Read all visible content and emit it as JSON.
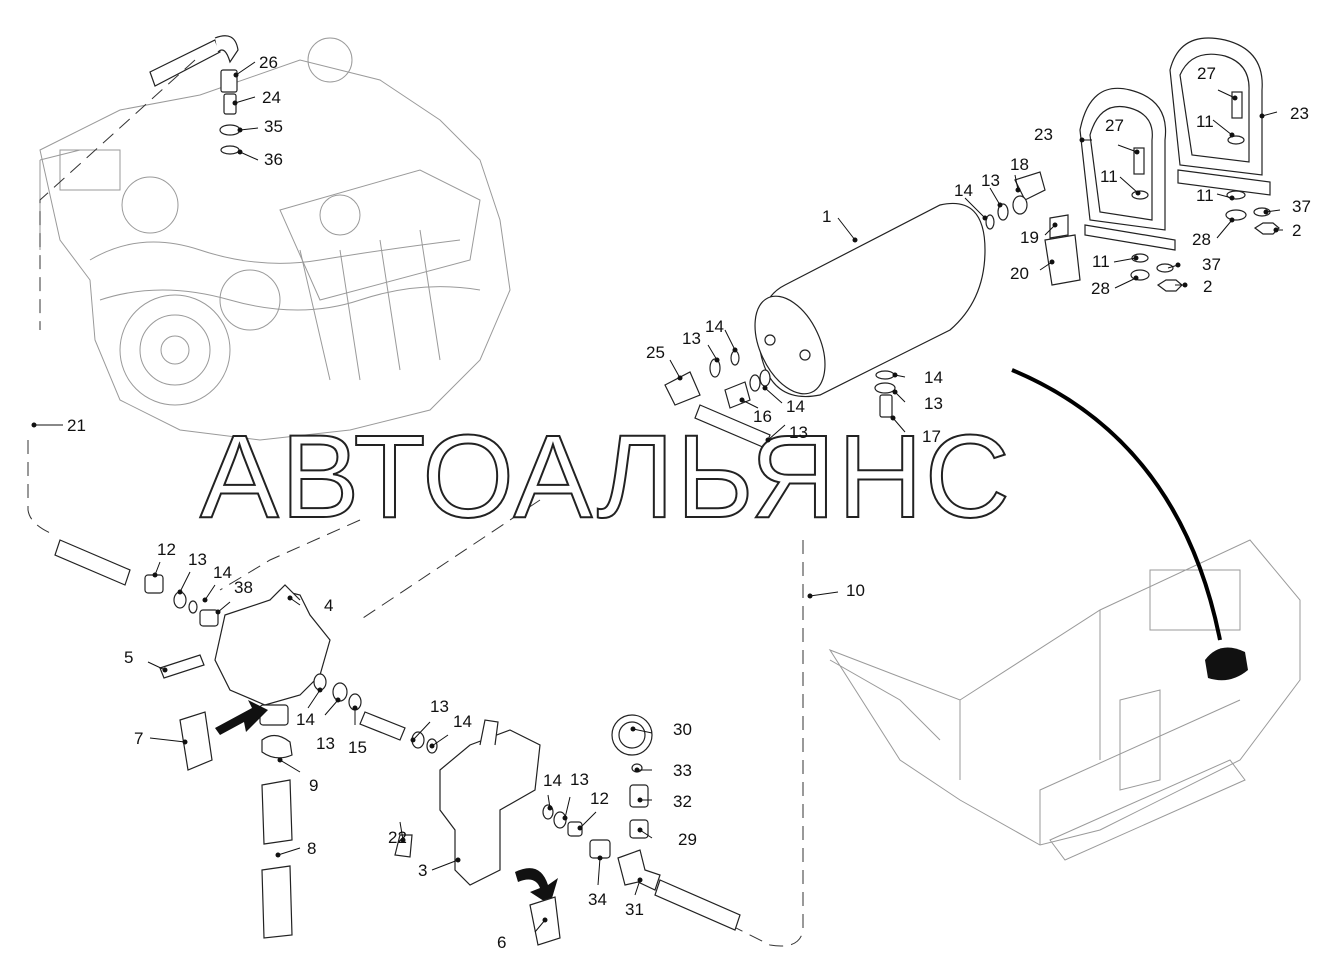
{
  "watermark": "АВТОАЛЬЯНС",
  "callouts": [
    {
      "id": "c26",
      "text": "26"
    },
    {
      "id": "c24",
      "text": "24"
    },
    {
      "id": "c35",
      "text": "35"
    },
    {
      "id": "c36",
      "text": "36"
    },
    {
      "id": "c21",
      "text": "21"
    },
    {
      "id": "c23a",
      "text": "23"
    },
    {
      "id": "c27a",
      "text": "27"
    },
    {
      "id": "c11a",
      "text": "11"
    },
    {
      "id": "c27b",
      "text": "27"
    },
    {
      "id": "c23b",
      "text": "23"
    },
    {
      "id": "c11b",
      "text": "11"
    },
    {
      "id": "c11c",
      "text": "11"
    },
    {
      "id": "c37a",
      "text": "37"
    },
    {
      "id": "c28a",
      "text": "28"
    },
    {
      "id": "c2a",
      "text": "2"
    },
    {
      "id": "c11d",
      "text": "11"
    },
    {
      "id": "c37b",
      "text": "37"
    },
    {
      "id": "c28b",
      "text": "28"
    },
    {
      "id": "c2b",
      "text": "2"
    },
    {
      "id": "c14a",
      "text": "14"
    },
    {
      "id": "c13a",
      "text": "13"
    },
    {
      "id": "c18",
      "text": "18"
    },
    {
      "id": "c19",
      "text": "19"
    },
    {
      "id": "c20",
      "text": "20"
    },
    {
      "id": "c1",
      "text": "1"
    },
    {
      "id": "c13b",
      "text": "13"
    },
    {
      "id": "c14b",
      "text": "14"
    },
    {
      "id": "c25",
      "text": "25"
    },
    {
      "id": "c16",
      "text": "16"
    },
    {
      "id": "c14c",
      "text": "14"
    },
    {
      "id": "c13c",
      "text": "13"
    },
    {
      "id": "c14d",
      "text": "14"
    },
    {
      "id": "c13d",
      "text": "13"
    },
    {
      "id": "c17",
      "text": "17"
    },
    {
      "id": "c10",
      "text": "10"
    },
    {
      "id": "c12a",
      "text": "12"
    },
    {
      "id": "c13e",
      "text": "13"
    },
    {
      "id": "c14e",
      "text": "14"
    },
    {
      "id": "c38",
      "text": "38"
    },
    {
      "id": "c4",
      "text": "4"
    },
    {
      "id": "c5",
      "text": "5"
    },
    {
      "id": "c7",
      "text": "7"
    },
    {
      "id": "c14f",
      "text": "14"
    },
    {
      "id": "c13f",
      "text": "13"
    },
    {
      "id": "c15",
      "text": "15"
    },
    {
      "id": "c13g",
      "text": "13"
    },
    {
      "id": "c14g",
      "text": "14"
    },
    {
      "id": "c9",
      "text": "9"
    },
    {
      "id": "c8",
      "text": "8"
    },
    {
      "id": "c30",
      "text": "30"
    },
    {
      "id": "c33",
      "text": "33"
    },
    {
      "id": "c32",
      "text": "32"
    },
    {
      "id": "c29",
      "text": "29"
    },
    {
      "id": "c14h",
      "text": "14"
    },
    {
      "id": "c13h",
      "text": "13"
    },
    {
      "id": "c12b",
      "text": "12"
    },
    {
      "id": "c22",
      "text": "22"
    },
    {
      "id": "c3",
      "text": "3"
    },
    {
      "id": "c34",
      "text": "34"
    },
    {
      "id": "c31",
      "text": "31"
    },
    {
      "id": "c6",
      "text": "6"
    }
  ]
}
